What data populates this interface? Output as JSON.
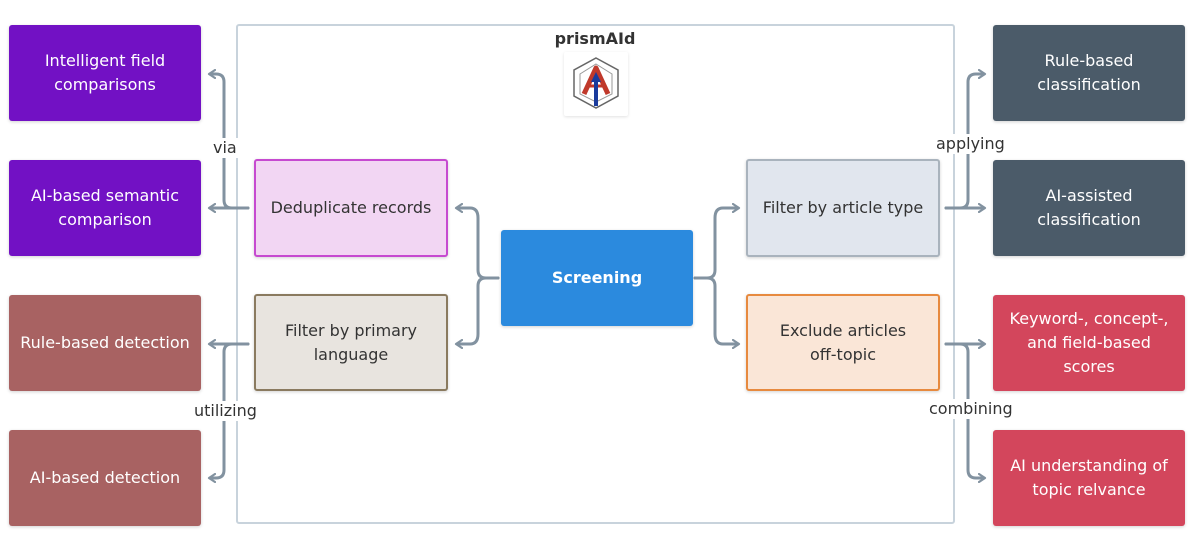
{
  "title": "prismAId",
  "logo": "prismaid-logo-icon",
  "center": {
    "label": "Screening"
  },
  "left_steps": {
    "dedup": "Deduplicate records",
    "language": "Filter by primary\nlanguage"
  },
  "right_steps": {
    "article_type": "Filter by article type",
    "off_topic": "Exclude articles\noff-topic"
  },
  "left_outputs": {
    "field_comparisons": "Intelligent field\ncomparisons",
    "semantic_comparison": "AI-based semantic\ncomparison",
    "rule_detection": "Rule-based detection",
    "ai_detection": "AI-based detection"
  },
  "right_outputs": {
    "rule_classification": "Rule-based\nclassification",
    "ai_classification": "AI-assisted\nclassification",
    "keyword_scores": "Keyword-, concept-,\nand field-based\nscores",
    "ai_understanding": "AI understanding of\ntopic relvance"
  },
  "edge_labels": {
    "via": "via",
    "utilizing": "utilizing",
    "applying": "applying",
    "combining": "combining"
  },
  "colors": {
    "purple": "#7211c4",
    "rose": "#a86262",
    "slate": "#4b5b69",
    "red": "#d3465c",
    "screening": "#2b8ade",
    "arrow": "#8292a0"
  }
}
